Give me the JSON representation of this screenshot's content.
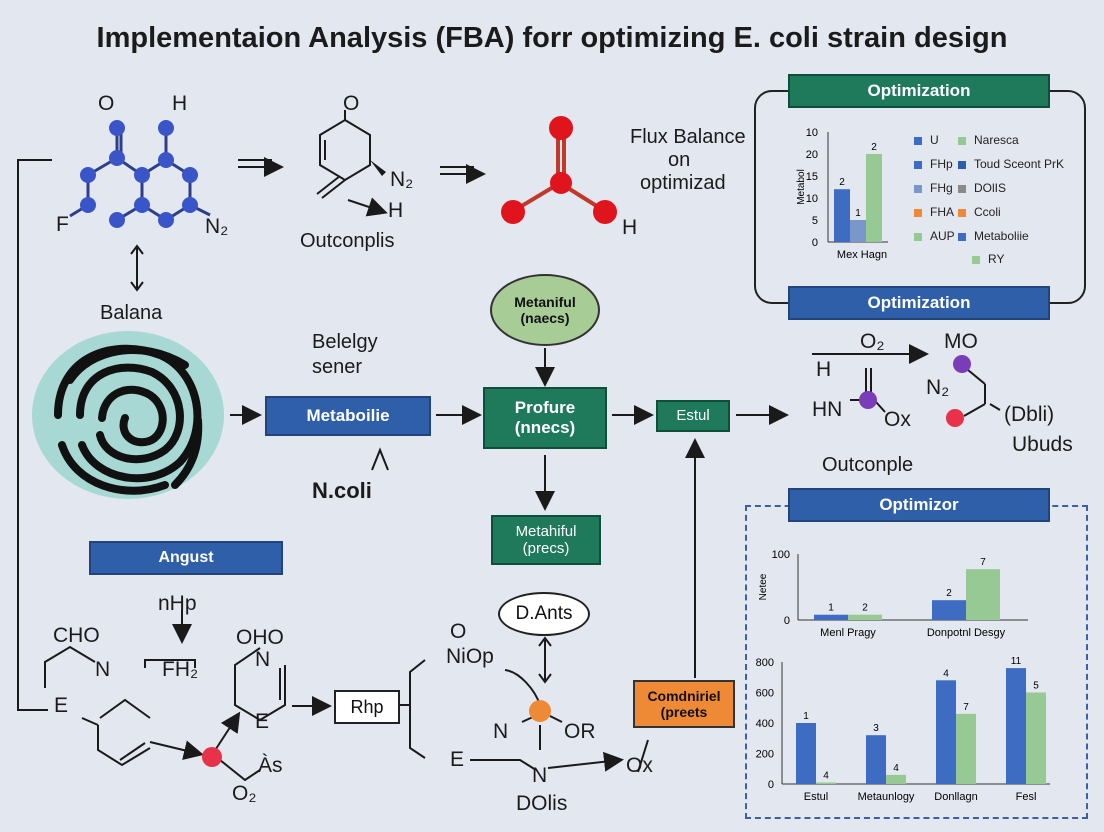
{
  "title": "Implementaion Analysis (FBA) forr optimizing E. coli strain design",
  "molecule1": {
    "o": "O",
    "h": "H",
    "f": "F",
    "n2": "N₂"
  },
  "molecule2": {
    "o": "O",
    "n2": "N₂",
    "h": "H",
    "caption": "Outconplis"
  },
  "molecule3": {
    "h": "H"
  },
  "flux_text": {
    "l1": "Flux Balance",
    "l2": "on",
    "l3": "optimizad"
  },
  "balana": "Balana",
  "belegy": {
    "l1": "Belelgy",
    "l2": "sener"
  },
  "boxes": {
    "metabolie": "Metaboilie",
    "profure_l1": "Profure",
    "profure_l2": "(nnecs)",
    "estul": "Estul",
    "metaniful_l1": "Metaniful",
    "metaniful_l2": "(naecs)",
    "metahiful_l1": "Metahiful",
    "metahiful_l2": "(precs)",
    "angust": "Angust",
    "rhp": "Rhp",
    "dants": "D.Ants",
    "comdniriel_l1": "Comdniriel",
    "comdniriel_l2": "(preets"
  },
  "ncoli": "N.coli",
  "right_mol": {
    "o2": "O₂",
    "h": "H",
    "hn": "HN",
    "ox": "Ox",
    "mo": "MO",
    "n2": "N₂",
    "dbli": "(Dbli)",
    "ubuds": "Ubuds",
    "caption": "Outconple"
  },
  "bottom_left": {
    "nhp": "nHp",
    "cho": "CHO",
    "n": "N",
    "fh2": "FH₂",
    "oho": "OHO",
    "n2": "N",
    "e": "E",
    "e2": "E",
    "as": "Às",
    "o2": "O₂"
  },
  "bottom_mid": {
    "o": "O",
    "niop": "NiOp",
    "n": "N",
    "or": "OR",
    "e": "E",
    "n2": "N",
    "ox": "Ox",
    "dolis": "DOlis"
  },
  "panel_top": {
    "header": "Optimization",
    "footer": "Optimization",
    "legend": [
      {
        "label": "U",
        "color": "#3e6cc2"
      },
      {
        "label": "Naresca",
        "color": "#97c995"
      },
      {
        "label": "FHp",
        "color": "#3e6cc2"
      },
      {
        "label": "Toud Sceont PrK",
        "color": "#2f5fa8"
      },
      {
        "label": "FHg",
        "color": "#7b96c8"
      },
      {
        "label": "DOlIS",
        "color": "#8a8a8a"
      },
      {
        "label": "FHA",
        "color": "#ee8a35"
      },
      {
        "label": "Ccoli",
        "color": "#ee8a35"
      },
      {
        "label": "AUP",
        "color": "#97c995"
      },
      {
        "label": "Metaboliie",
        "color": "#3e6cc2"
      },
      {
        "label": "RY",
        "color": "#97c995"
      }
    ]
  },
  "panel_bottom": {
    "header": "Optimizor"
  },
  "chart_data": [
    {
      "type": "bar",
      "title": "",
      "xlabel": "Mex Hagn",
      "ylabel": "Metabol",
      "yticks": [
        0,
        5,
        10,
        15,
        20,
        10
      ],
      "ylim": [
        0,
        25
      ],
      "categories": [
        ""
      ],
      "series": [
        {
          "name": "",
          "values": [
            12
          ],
          "labels": [
            "2"
          ],
          "color": "#3e6cc2"
        },
        {
          "name": "",
          "values": [
            5
          ],
          "labels": [
            "1"
          ],
          "color": "#7b96c8"
        },
        {
          "name": "",
          "values": [
            20
          ],
          "labels": [
            "2"
          ],
          "color": "#97c995"
        }
      ]
    },
    {
      "type": "bar",
      "title": "",
      "ylabel": "Netee",
      "yticks": [
        0,
        100
      ],
      "ylim": [
        0,
        100
      ],
      "categories": [
        "Menl Pragy",
        "Donpotnl Desgy"
      ],
      "series": [
        {
          "name": "",
          "values": [
            8,
            30
          ],
          "labels": [
            "1",
            "2"
          ],
          "color": "#3e6cc2"
        },
        {
          "name": "",
          "values": [
            8,
            77
          ],
          "labels": [
            "2",
            "7"
          ],
          "color": "#97c995"
        }
      ]
    },
    {
      "type": "bar",
      "title": "",
      "yticks": [
        0,
        200,
        400,
        600,
        800
      ],
      "ylim": [
        0,
        800
      ],
      "categories": [
        "Estul",
        "Metaunlogy",
        "Donllagn",
        "Fesl"
      ],
      "series": [
        {
          "name": "",
          "values": [
            400,
            320,
            680,
            760
          ],
          "labels": [
            "1",
            "3",
            "4",
            "11"
          ],
          "color": "#3e6cc2"
        },
        {
          "name": "",
          "values": [
            10,
            60,
            460,
            600
          ],
          "labels": [
            "4",
            "4",
            "7",
            "5"
          ],
          "color": "#97c995"
        }
      ]
    }
  ]
}
